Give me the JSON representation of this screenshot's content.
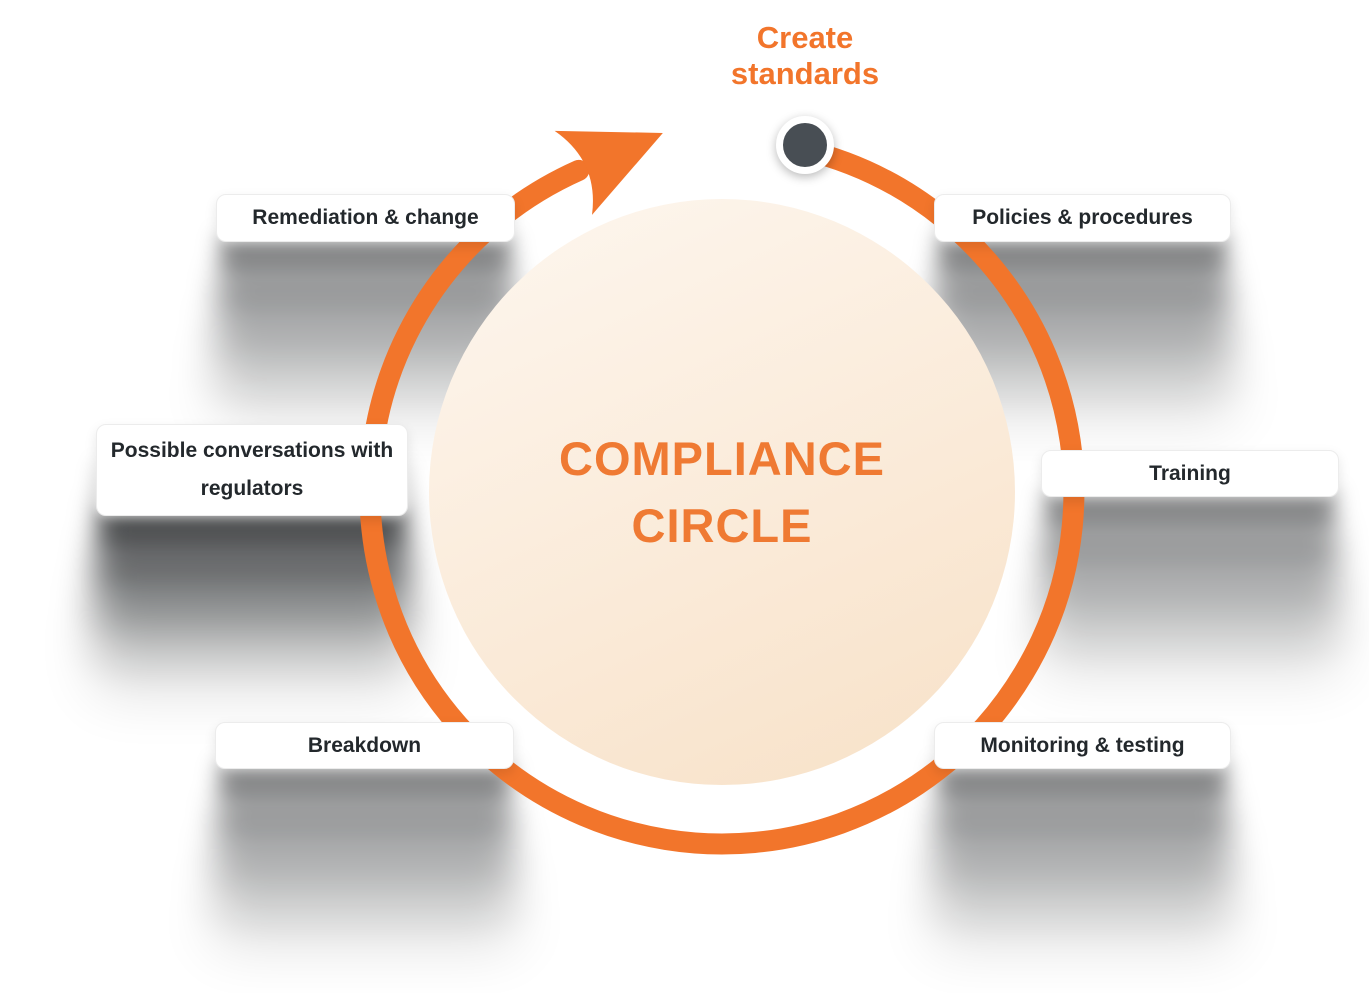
{
  "diagram": {
    "title": {
      "line1": "COMPLIANCE",
      "line2": "CIRCLE"
    },
    "cycle_start_label": "Create standards",
    "nodes": [
      {
        "id": "remediation-change",
        "label": "Remediation & change"
      },
      {
        "id": "policies-procedures",
        "label": "Policies & procedures"
      },
      {
        "id": "possible-conversations",
        "label": "Possible conversations with regulators"
      },
      {
        "id": "training",
        "label": "Training"
      },
      {
        "id": "breakdown",
        "label": "Breakdown"
      },
      {
        "id": "monitoring-testing",
        "label": "Monitoring & testing"
      }
    ],
    "colors": {
      "accent_orange": "#F2752B",
      "title_orange": "#EF7A33",
      "circle_fill_light": "#FDF5EC",
      "circle_fill_peach": "#F8E2C9",
      "node_text": "#23282C",
      "node_background": "#FFFFFF",
      "start_dot": "#484E54"
    }
  }
}
